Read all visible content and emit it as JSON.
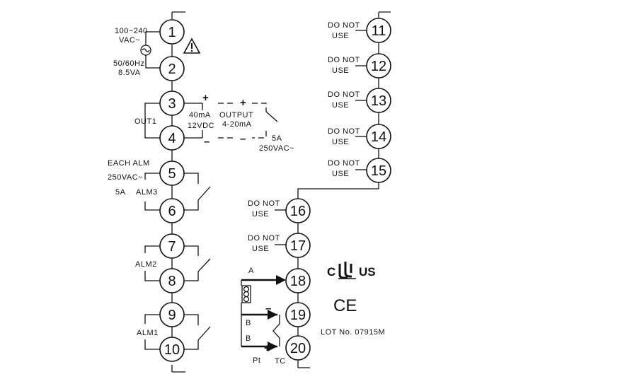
{
  "terminals": {
    "t1": "1",
    "t2": "2",
    "t3": "3",
    "t4": "4",
    "t5": "5",
    "t6": "6",
    "t7": "7",
    "t8": "8",
    "t9": "9",
    "t10": "10",
    "t11": "11",
    "t12": "12",
    "t13": "13",
    "t14": "14",
    "t15": "15",
    "t16": "16",
    "t17": "17",
    "t18": "18",
    "t19": "19",
    "t20": "20"
  },
  "power": {
    "voltage": "100~240",
    "voltage_type": "VAC~",
    "frequency": "50/60Hz",
    "rating": "8.5VA"
  },
  "output1": {
    "label": "OUT1",
    "current": "40mA",
    "voltage": "12VDC",
    "analog_label": "OUTPUT",
    "analog_range": "4-20mA",
    "relay_current": "5A",
    "relay_voltage": "250VAC~",
    "plus": "+",
    "minus": "–"
  },
  "alarms": {
    "header": "EACH ALM",
    "voltage": "250VAC~",
    "current": "5A",
    "alm3": "ALM3",
    "alm2": "ALM2",
    "alm1": "ALM1"
  },
  "unused": {
    "line1": "DO NOT",
    "line2": "USE"
  },
  "input": {
    "a": "A",
    "b1": "B",
    "b2": "B",
    "pt": "Pt",
    "tc": "TC",
    "minus": "–",
    "plus": "+"
  },
  "certifications": {
    "c": "C",
    "us": "US",
    "ce": "CE",
    "lot": "LOT No. 07915M"
  }
}
